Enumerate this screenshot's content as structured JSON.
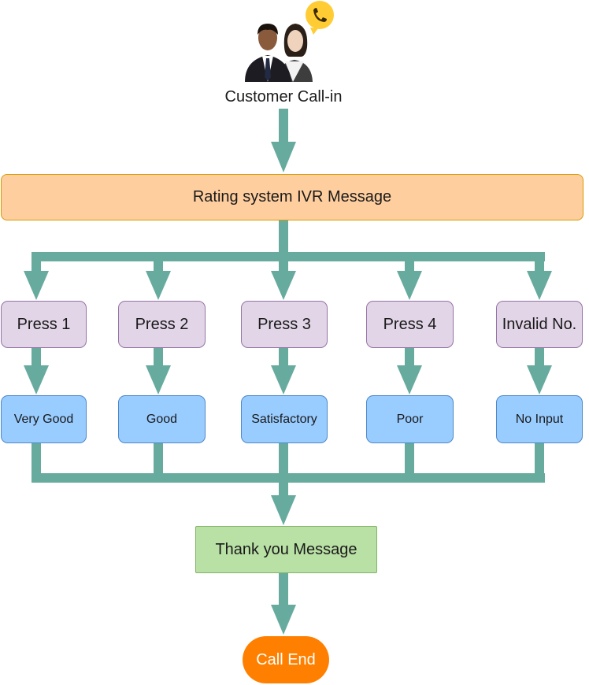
{
  "start": {
    "caption": "Customer Call-in",
    "icon": "customer-people-icon",
    "badge_icon": "phone-icon"
  },
  "ivr": {
    "label": "Rating system IVR Message"
  },
  "options": [
    {
      "key": "Press 1",
      "result": "Very Good"
    },
    {
      "key": "Press 2",
      "result": "Good"
    },
    {
      "key": "Press 3",
      "result": "Satisfactory"
    },
    {
      "key": "Press 4",
      "result": "Poor"
    },
    {
      "key": "Invalid No.",
      "result": "No Input"
    }
  ],
  "thanks": {
    "label": "Thank you Message"
  },
  "end": {
    "label": "Call End"
  },
  "colors": {
    "connector": "#67ab9f",
    "ivr_fill": "#ffce9f",
    "press_fill": "#e1d5e7",
    "rating_fill": "#99ccff",
    "thanks_fill": "#b9e0a5",
    "end_fill": "#ff8000",
    "badge_fill": "#ffcc33"
  }
}
